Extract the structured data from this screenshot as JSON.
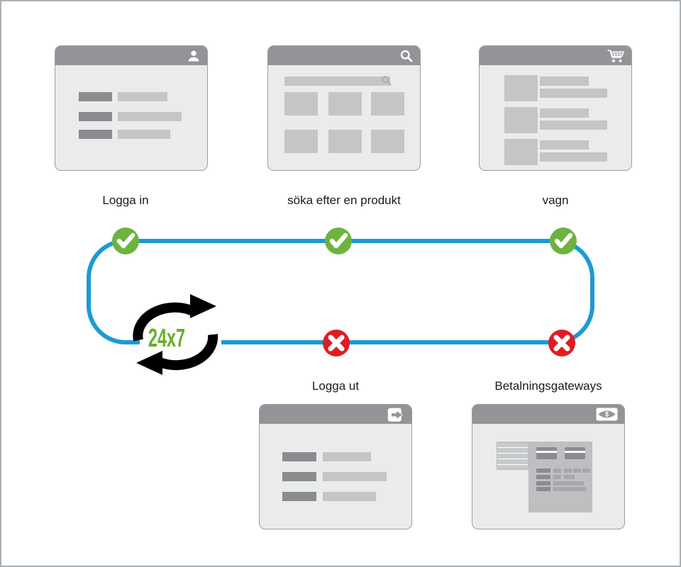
{
  "diagram": {
    "description_badge": "24x7"
  },
  "cards": {
    "login": {
      "label": "Logga in",
      "icon": "user-icon"
    },
    "search": {
      "label": "söka efter en produkt",
      "icon": "search-icon"
    },
    "cart": {
      "label": "vagn",
      "icon": "shopping-cart-icon"
    },
    "logout": {
      "label": "Logga ut",
      "icon": "logout-icon"
    },
    "payment": {
      "label": "Betalningsgateways",
      "icon": "money-icon"
    }
  },
  "loop": {
    "badge_text": "24x7",
    "cycle_icon": "sync-arrows-icon",
    "success_marker_icon": "check-circle-icon",
    "failure_marker_icon": "cross-circle-icon",
    "success_marker_count": 3,
    "failure_marker_count": 2
  },
  "colors": {
    "loop_blue": "#1B9AD5",
    "success_green": "#6CB33F",
    "failure_red": "#E01C23",
    "badge_green": "#67AE28",
    "titlebar_gray": "#929497",
    "card_body_gray": "#EAEBEB",
    "bar_dark_gray": "#8A8C90",
    "bar_light_gray": "#C3C5C7",
    "cycle_icon_black": "#000000"
  }
}
